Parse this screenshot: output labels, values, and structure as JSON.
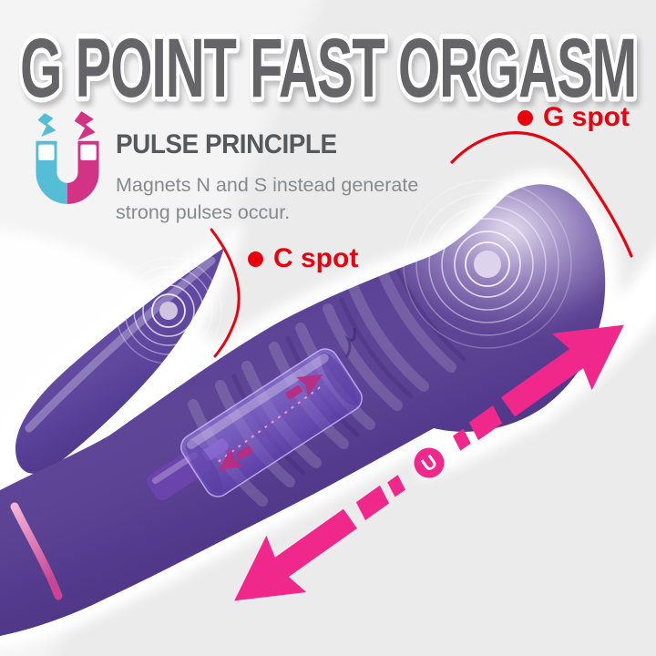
{
  "title": {
    "text": "G POINT FAST ORGASM"
  },
  "feature": {
    "heading": "PULSE PRINCIPLE",
    "body_line1": "Magnets N and S instead generate",
    "body_line2": "strong pulses occur."
  },
  "annotations": {
    "g_spot": "G spot",
    "c_spot": "C spot",
    "arrow_badge": "U"
  },
  "colors": {
    "background": "#ededee",
    "title_gray": "#656567",
    "heading_gray": "#57585a",
    "body_gray": "#87898c",
    "label_red": "#e8000f",
    "accent_pink": "#f0288c",
    "magnet_blue": "#55bed6",
    "magnet_pink": "#d23384",
    "product_purple": "#5a4094",
    "product_dark_purple": "#3f2a6e",
    "handle_stripe_pink": "#d5579f"
  },
  "icons": {
    "magnet": "horseshoe-magnet-icon",
    "sparks": "lightning-spark-icons",
    "ripples": "vibration-ripple-icon",
    "motion_arrow": "double-headed-thrust-arrow-icon"
  }
}
